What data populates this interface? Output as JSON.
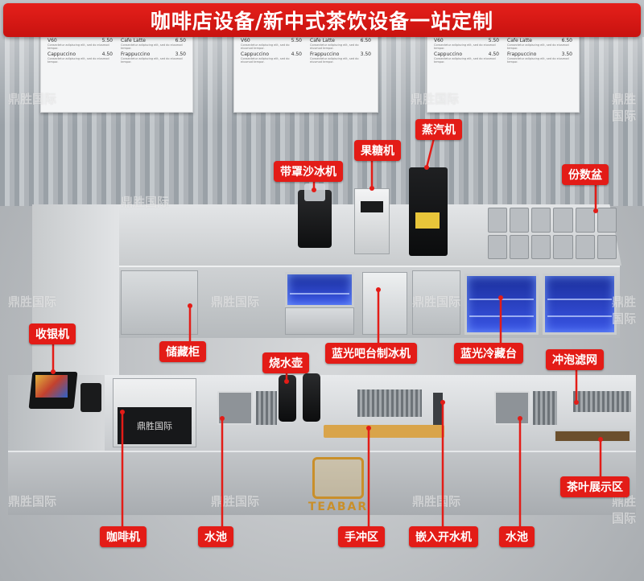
{
  "title": "咖啡店设备/新中式茶饮设备一站定制",
  "menu_items": [
    {
      "name": "V60",
      "price": "5.50"
    },
    {
      "name": "Cafe Latte",
      "price": "6.50"
    },
    {
      "name": "Cappuccino",
      "price": "4.50"
    },
    {
      "name": "Frappuccino",
      "price": "3.50"
    }
  ],
  "menu_desc": "Consectetur adipiscing elit, sed do eiusmod tempor.",
  "brand_watermark": "鼎胜国际",
  "logo_text": "TEABAR",
  "colors": {
    "label_bg": "#e31c17",
    "leader": "#e31c17",
    "cabinet_blue": "#2f46d9"
  },
  "chart_data": {
    "type": "table",
    "title": "",
    "labels": [
      {
        "id": "steamer",
        "text": "蒸汽机"
      },
      {
        "id": "fructose",
        "text": "果糖机"
      },
      {
        "id": "blender",
        "text": "带罩沙冰机"
      },
      {
        "id": "portion-pans",
        "text": "份数盆"
      },
      {
        "id": "cashier",
        "text": "收银机"
      },
      {
        "id": "storage",
        "text": "储藏柜"
      },
      {
        "id": "icemaker",
        "text": "蓝光吧台制冰机"
      },
      {
        "id": "cooler",
        "text": "蓝光冷藏台"
      },
      {
        "id": "kettle",
        "text": "烧水壶"
      },
      {
        "id": "strainer",
        "text": "冲泡滤网"
      },
      {
        "id": "tea-display",
        "text": "茶叶展示区"
      },
      {
        "id": "coffee",
        "text": "咖啡机"
      },
      {
        "id": "sink1",
        "text": "水池"
      },
      {
        "id": "handbrew",
        "text": "手冲区"
      },
      {
        "id": "boiler",
        "text": "嵌入开水机"
      },
      {
        "id": "sink2",
        "text": "水池"
      }
    ]
  }
}
